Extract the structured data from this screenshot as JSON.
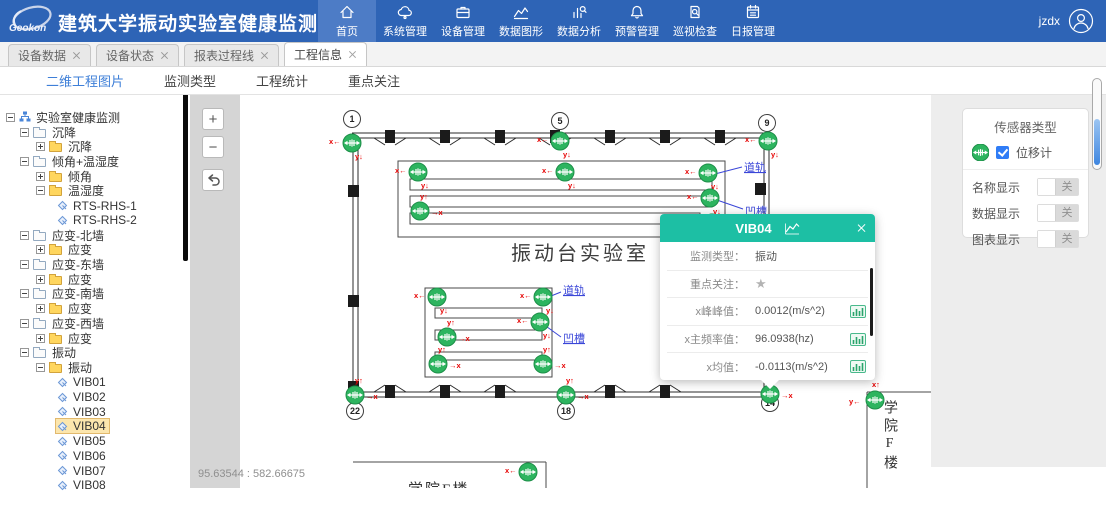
{
  "brand": {
    "logo_text": "Geokon",
    "title": "建筑大学振动实验室健康监测平台",
    "user": "jzdx"
  },
  "nav": {
    "items": [
      {
        "label": "首页"
      },
      {
        "label": "系统管理"
      },
      {
        "label": "设备管理"
      },
      {
        "label": "数据图形"
      },
      {
        "label": "数据分析"
      },
      {
        "label": "预警管理"
      },
      {
        "label": "巡视检查"
      },
      {
        "label": "日报管理"
      }
    ]
  },
  "tabs": [
    {
      "label": "设备数据"
    },
    {
      "label": "设备状态"
    },
    {
      "label": "报表过程线"
    },
    {
      "label": "工程信息"
    }
  ],
  "subtabs": [
    {
      "label": "二维工程图片"
    },
    {
      "label": "监测类型"
    },
    {
      "label": "工程统计"
    },
    {
      "label": "重点关注"
    }
  ],
  "tree": {
    "items": [
      "实验室健康监测",
      "沉降",
      "沉降",
      "倾角+温湿度",
      "倾角",
      "温湿度",
      "RTS-RHS-1",
      "RTS-RHS-2",
      "应变-北墙",
      "应变",
      "应变-东墙",
      "应变",
      "应变-南墙",
      "应变",
      "应变-西墙",
      "应变",
      "振动",
      "振动",
      "VIB01",
      "VIB02",
      "VIB03",
      "VIB04",
      "VIB05",
      "VIB06",
      "VIB07",
      "VIB08"
    ]
  },
  "viewer": {
    "zoom_in": "+",
    "zoom_out": "−",
    "coords": "95.63544 : 582.66675"
  },
  "plan": {
    "room_label": "振动台实验室",
    "building_label": "学院F楼",
    "rail_label": "道轨",
    "groove_label": "凹槽",
    "grid_numbers": [
      "1",
      "5",
      "9",
      "22",
      "18",
      "14"
    ],
    "mark_labels": {
      "xl": "x←",
      "xr": "→x",
      "ya": "y↑",
      "yb": "y↓",
      "yl": "y←",
      "xa": "x↑"
    },
    "sensor_color": "#2db45f",
    "annotation_color": "#e60000",
    "label_color": "#3a46d8"
  },
  "popup": {
    "title": "VIB04",
    "rows": [
      {
        "label": "监测类型：",
        "value": "振动"
      },
      {
        "label": "重点关注：",
        "value": "★"
      },
      {
        "label": "x峰峰值：",
        "value": "0.0012(m/s^2)"
      },
      {
        "label": "x主频率值：",
        "value": "96.0938(hz)"
      },
      {
        "label": "x均值：",
        "value": "-0.0113(m/s^2)"
      }
    ],
    "accent": "#1dbfa4"
  },
  "panel": {
    "title": "传感器类型",
    "legend_label": "位移计",
    "rows": [
      {
        "label": "名称显示",
        "state": "关"
      },
      {
        "label": "数据显示",
        "state": "关"
      },
      {
        "label": "图表显示",
        "state": "关"
      }
    ]
  }
}
